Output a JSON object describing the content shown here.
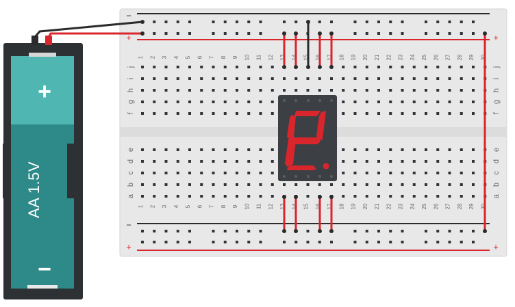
{
  "battery": {
    "label": "AA 1.5V",
    "positive_symbol": "+",
    "negative_symbol": "−"
  },
  "breadboard": {
    "columns": 30,
    "top_row_letters": [
      "j",
      "i",
      "h",
      "g",
      "f"
    ],
    "bottom_row_letters": [
      "e",
      "d",
      "c",
      "b",
      "a"
    ],
    "rail_negative_symbol": "−",
    "rail_positive_symbol": "+"
  },
  "seven_segment": {
    "lit_segments": [
      "a",
      "b",
      "e",
      "f",
      "g",
      "d"
    ],
    "segment_color": "#d9262c",
    "body_color": "#3c3f44"
  },
  "colors": {
    "board": "#e8e8e8",
    "hole": "#2f3438",
    "wire_red": "#d9262c",
    "wire_black": "#2b2b2b",
    "battery_top": "#4fb6b1",
    "battery_bottom": "#2e8a88"
  }
}
